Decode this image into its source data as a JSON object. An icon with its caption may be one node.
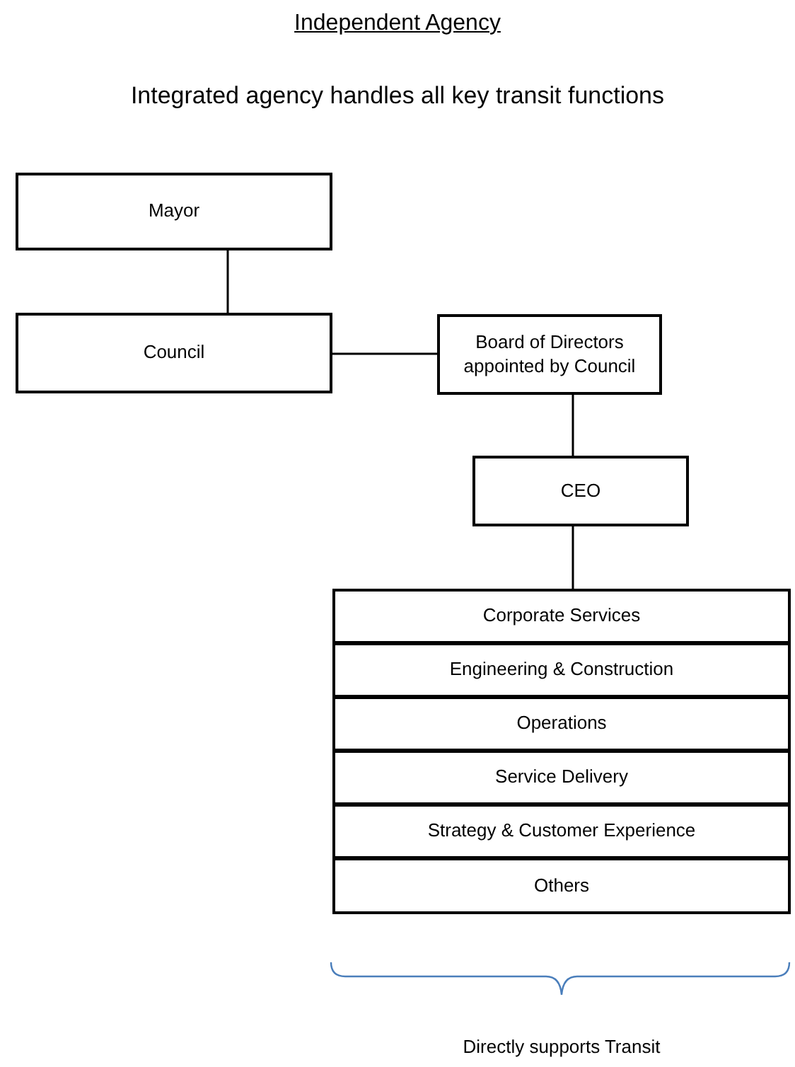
{
  "diagram": {
    "title": "Independent Agency",
    "caption": "Integrated agency handles all key transit functions",
    "nodes": [
      {
        "text": [
          "Mayor"
        ]
      },
      {
        "text": [
          "Council"
        ]
      },
      {
        "text": [
          "Board of Directors appointed by Council"
        ]
      },
      {
        "text": [
          "CEO"
        ]
      },
      {
        "text": [
          "Corporate Services"
        ]
      },
      {
        "text": [
          "Engineering & Construction"
        ]
      },
      {
        "text": [
          "Operations"
        ]
      },
      {
        "text": [
          "Service Delivery"
        ]
      },
      {
        "text": [
          "Strategy & Customer Experience"
        ]
      },
      {
        "text": [
          "Others"
        ]
      }
    ],
    "edges": [
      {
        "from": 0,
        "to": 1,
        "arrow": "none"
      },
      {
        "from": 1,
        "to": 2,
        "arrow": "none"
      },
      {
        "from": 2,
        "to": 3,
        "arrow": "none"
      },
      {
        "from": 3,
        "to": 4,
        "arrow": "none"
      }
    ],
    "labels": [
      "Directly supports Transit"
    ]
  }
}
